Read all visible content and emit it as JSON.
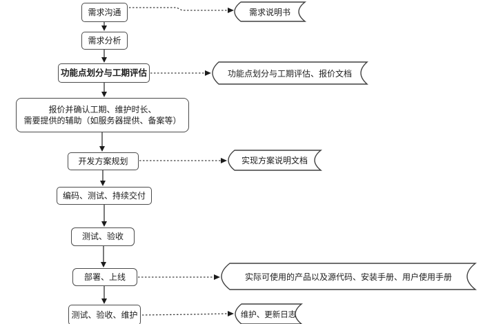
{
  "flow": {
    "steps": [
      {
        "label": "需求沟通"
      },
      {
        "label": "需求分析"
      },
      {
        "label": "功能点划分与工期评估"
      },
      {
        "line1": "报价并确认工期、维护时长、",
        "line2": "需要提供的辅助（如服务器提供、备案等）"
      },
      {
        "label": "开发方案规划"
      },
      {
        "label": "编码、测试、持续交付"
      },
      {
        "label": "测试、验收"
      },
      {
        "label": "部署、上线"
      },
      {
        "label": "测试、验收、维护"
      }
    ],
    "documents": [
      {
        "label": "需求说明书"
      },
      {
        "label": "功能点划分与工期评估、报价文档"
      },
      {
        "label": "实现方案说明文档"
      },
      {
        "label": "实际可使用的产品以及源代码、安装手册、用户使用手册"
      },
      {
        "label": "维护、更新日志"
      }
    ],
    "colors": {
      "stroke": "#3f3f3f",
      "text": "#1c1c1c",
      "background": "#ffffff"
    }
  }
}
